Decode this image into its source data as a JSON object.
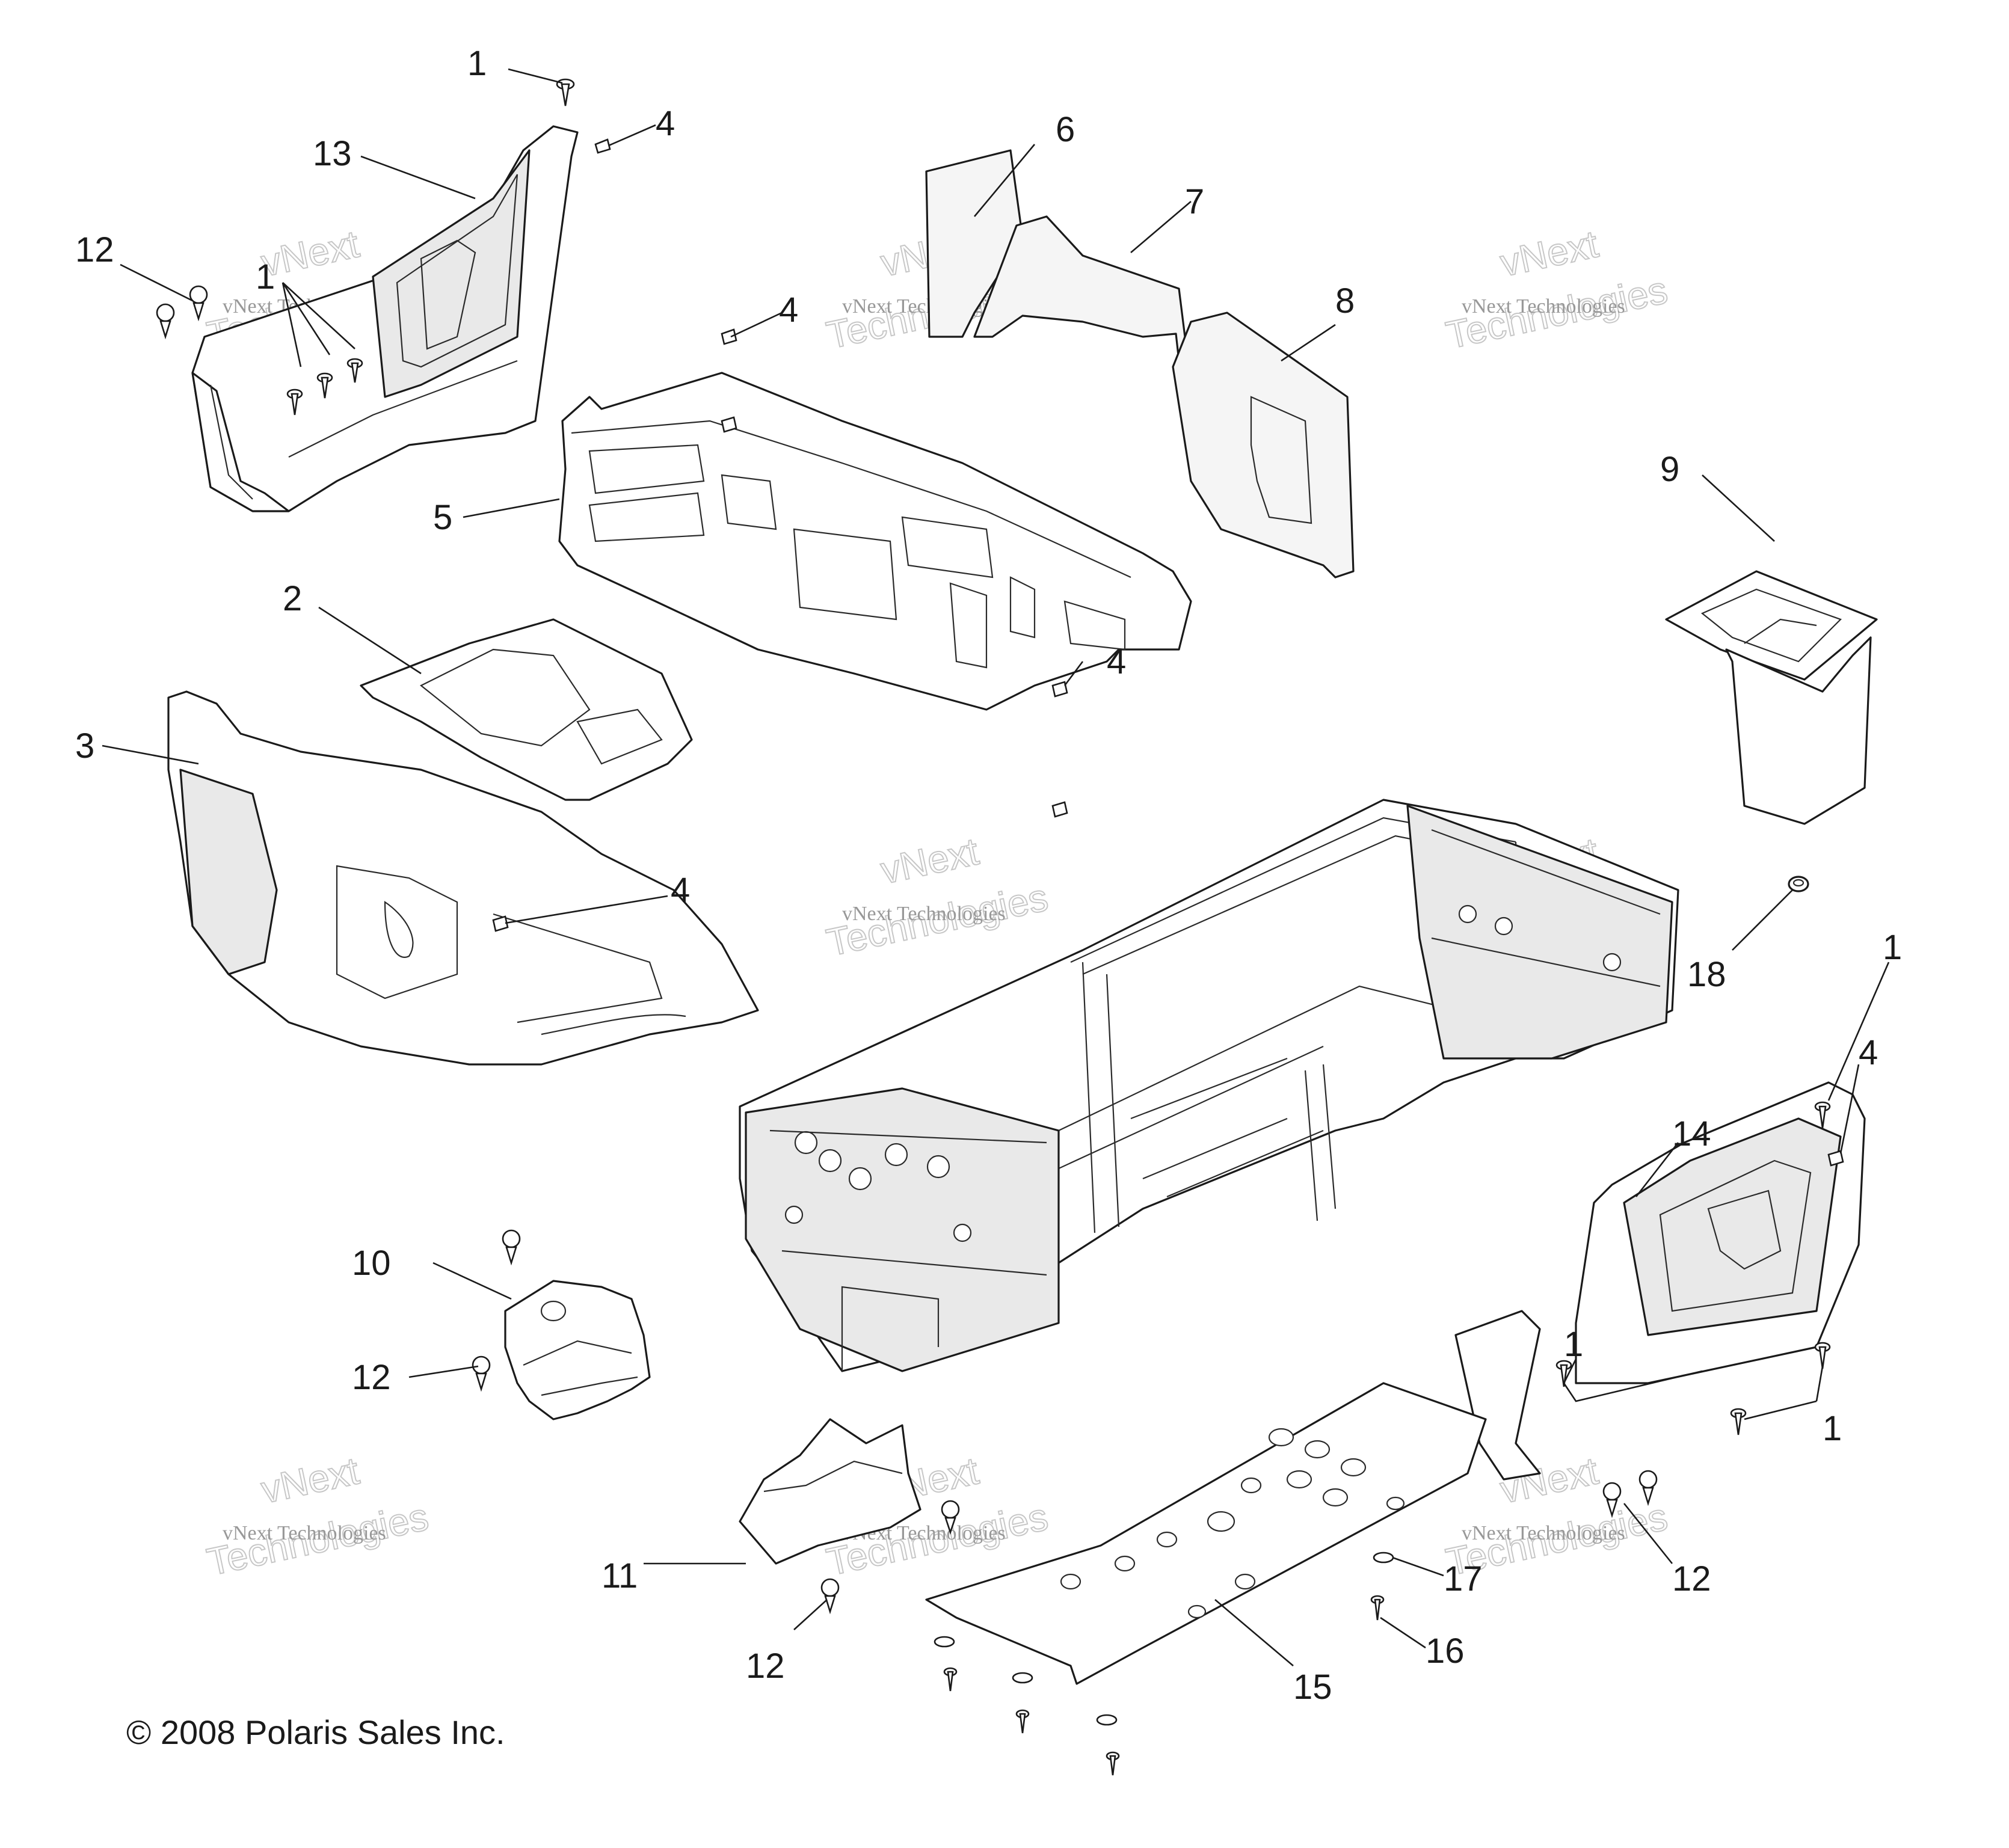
{
  "callouts": {
    "c1a": "1",
    "c4a": "4",
    "c13": "13",
    "c12a": "12",
    "c1b": "1",
    "c6": "6",
    "c7": "7",
    "c8": "8",
    "c4b": "4",
    "c5": "5",
    "c2": "2",
    "c4c": "4",
    "c3": "3",
    "c4d": "4",
    "c9": "9",
    "c18": "18",
    "c1c": "1",
    "c4e": "4",
    "c14": "14",
    "c10": "10",
    "c12b": "12",
    "c1d": "1",
    "c1e": "1",
    "c11": "11",
    "c12c": "12",
    "c17": "17",
    "c16": "16",
    "c15": "15",
    "c12d": "12"
  },
  "watermark": {
    "line1": "vNext Technologies",
    "line2": "vNext",
    "line3": "Technologies"
  },
  "copyright": "© 2008 Polaris Sales Inc."
}
